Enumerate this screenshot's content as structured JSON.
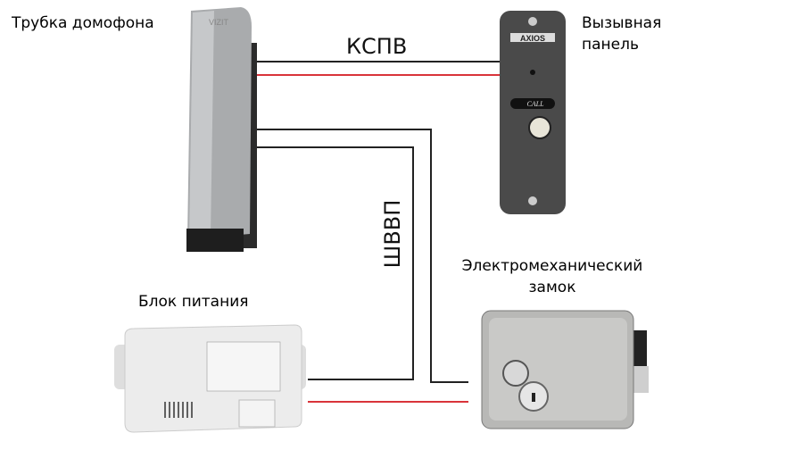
{
  "labels": {
    "handset": "Трубка домофона",
    "call_panel_line1": "Вызывная",
    "call_panel_line2": "панель",
    "lock_line1": "Электромеханический",
    "lock_line2": "замок",
    "power_supply": "Блок питания"
  },
  "cables": {
    "handset_to_panel": "КСПВ",
    "handset_to_lock": "ШВВП"
  },
  "device_markings": {
    "handset_brand": "VIZIT",
    "panel_brand": "AXIOS",
    "panel_button": "CALL"
  },
  "colors": {
    "wire_black": "#222222",
    "wire_red": "#d9343a",
    "panel": "#4a4a4a",
    "handset": "#a9abad",
    "lock": "#b8b8b6",
    "power": "#ececec"
  }
}
